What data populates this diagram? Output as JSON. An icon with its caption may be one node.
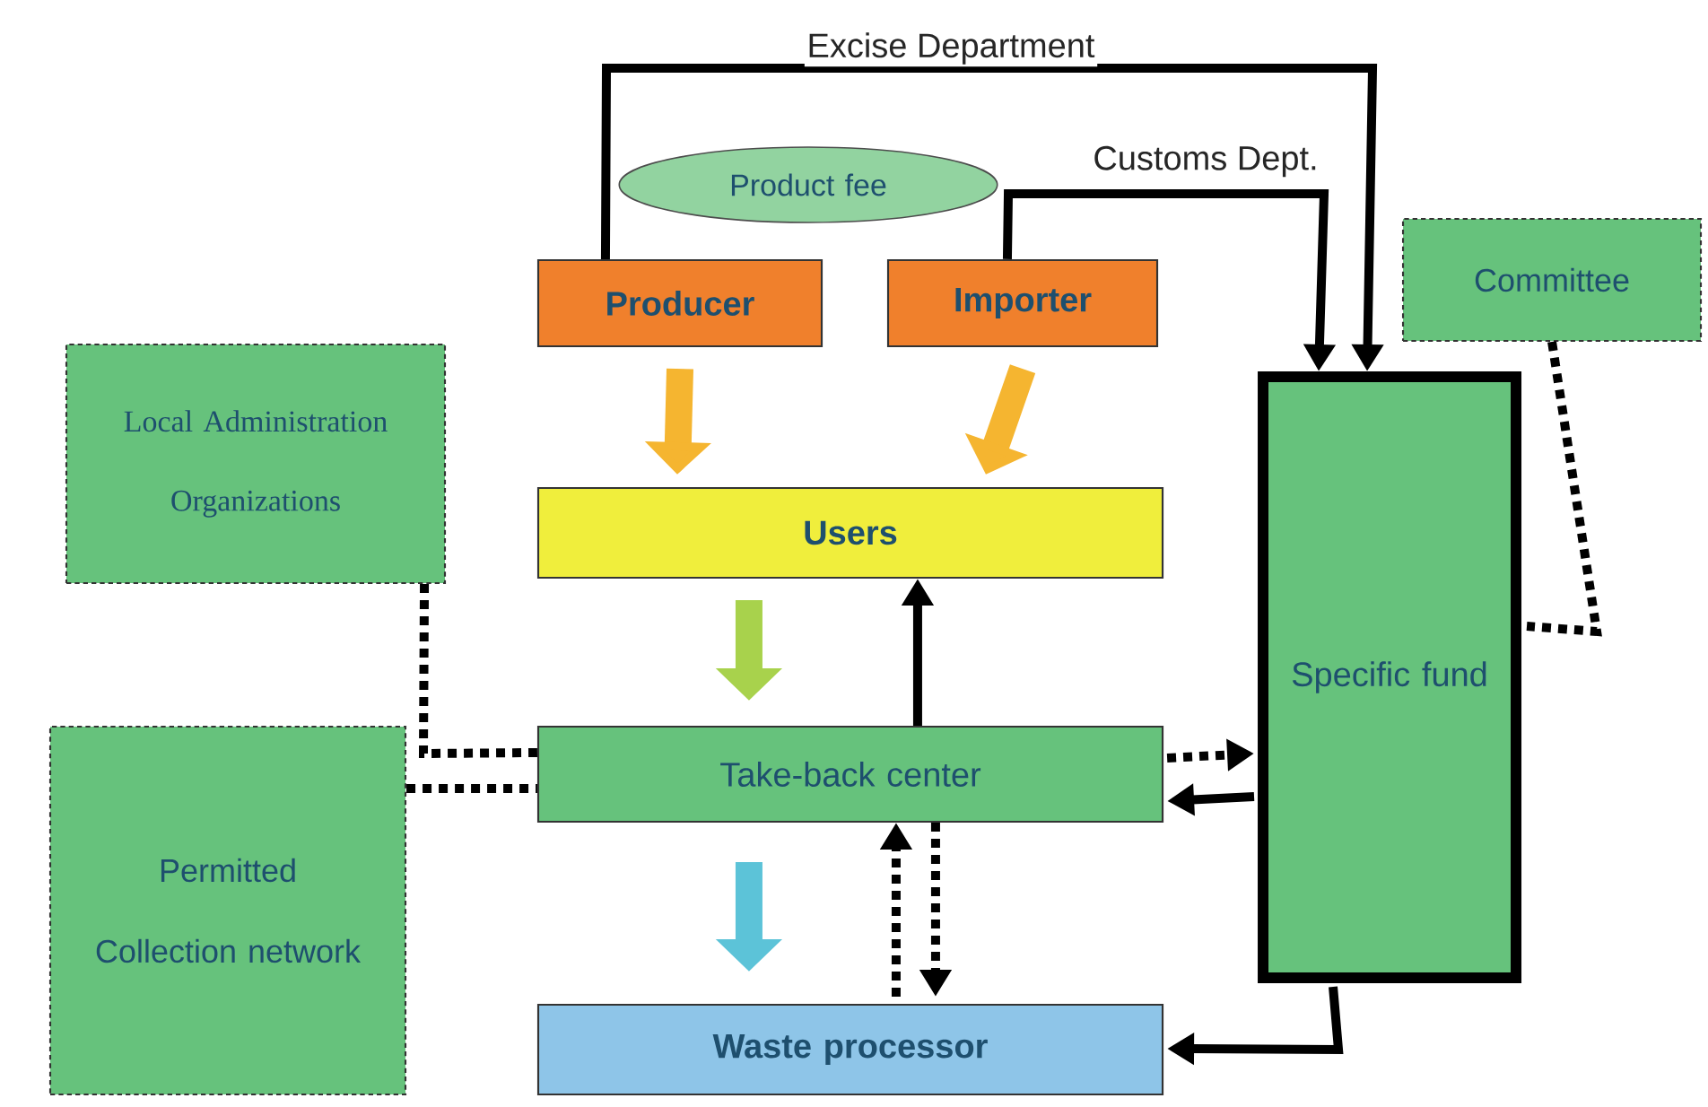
{
  "diagram": {
    "nodes": [
      {
        "text": [
          "Product fee"
        ]
      },
      {
        "text": [
          "Producer"
        ]
      },
      {
        "text": [
          "Importer"
        ]
      },
      {
        "text": [
          "Committee"
        ]
      },
      {
        "text": [
          "Local Administration Organizations"
        ]
      },
      {
        "text": [
          "Users"
        ]
      },
      {
        "text": [
          "Specific fund"
        ]
      },
      {
        "text": [
          "Take-back center"
        ]
      },
      {
        "text": [
          "Permitted Collection network"
        ]
      },
      {
        "text": [
          "Waste processor"
        ]
      }
    ],
    "edges": [
      {
        "from": 1,
        "to": 6,
        "arrow": "to",
        "label": "Excise Department"
      },
      {
        "from": 2,
        "to": 6,
        "arrow": "to",
        "label": "Customs Dept."
      },
      {
        "from": 1,
        "to": 5,
        "arrow": "to",
        "style": "thick",
        "color": "#f5b530"
      },
      {
        "from": 2,
        "to": 5,
        "arrow": "to",
        "style": "thick",
        "color": "#f5b530"
      },
      {
        "from": 5,
        "to": 7,
        "arrow": "to",
        "style": "thick",
        "color": "#a8d24c"
      },
      {
        "from": 7,
        "to": 5,
        "arrow": "to"
      },
      {
        "from": 7,
        "to": 9,
        "arrow": "to",
        "style": "thick",
        "color": "#5cc3d8"
      },
      {
        "from": 9,
        "to": 7,
        "arrow": "to",
        "style": "dashed"
      },
      {
        "from": 7,
        "to": 9,
        "arrow": "to",
        "style": "dashed"
      },
      {
        "from": 4,
        "to": 7,
        "arrow": "none",
        "style": "dashed"
      },
      {
        "from": 8,
        "to": 7,
        "arrow": "none",
        "style": "dashed"
      },
      {
        "from": 7,
        "to": 6,
        "arrow": "to",
        "style": "dashed"
      },
      {
        "from": 6,
        "to": 7,
        "arrow": "to"
      },
      {
        "from": 3,
        "to": 6,
        "arrow": "none",
        "style": "dashed"
      },
      {
        "from": 6,
        "to": 9,
        "arrow": "to"
      }
    ]
  }
}
